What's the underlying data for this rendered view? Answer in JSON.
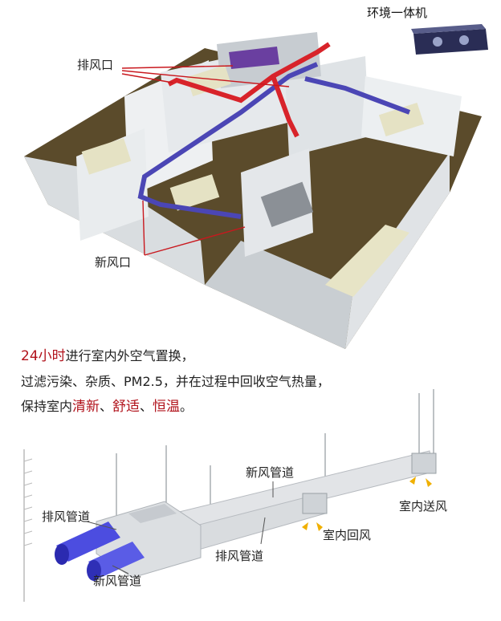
{
  "top_diagram": {
    "unit_label": "环境一体机",
    "exhaust_outlet_label": "排风口",
    "fresh_air_inlet_label": "新风口"
  },
  "caption": {
    "line1_highlight": "24小时",
    "line1_rest": "进行室内外空气置换，",
    "line2": "过滤污染、杂质、PM2.5，并在过程中回收空气热量，",
    "line3_prefix": "保持室内",
    "line3_highlight1": "清新",
    "line3_sep1": "、",
    "line3_highlight2": "舒适",
    "line3_sep2": "、",
    "line3_highlight3": "恒温",
    "line3_suffix": "。"
  },
  "bottom_diagram": {
    "fresh_duct_top_label": "新风管道",
    "exhaust_duct_left_label": "排风管道",
    "fresh_duct_bottom_label": "新风管道",
    "exhaust_duct_mid_label": "排风管道",
    "indoor_supply_label": "室内送风",
    "indoor_return_label": "室内回风"
  },
  "colors": {
    "accent_red": "#b1121b",
    "exhaust_duct": "#d8232a",
    "fresh_duct": "#4b46b5",
    "floor": "#5a4a2a"
  }
}
